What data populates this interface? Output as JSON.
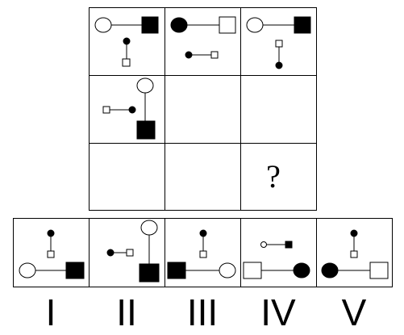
{
  "puzzle": {
    "question_mark": "?",
    "options": [
      {
        "label": "I"
      },
      {
        "label": "II"
      },
      {
        "label": "III"
      },
      {
        "label": "IV"
      },
      {
        "label": "V"
      }
    ]
  },
  "colors": {
    "line": "#000000",
    "fill": "#000000",
    "background": "#ffffff"
  }
}
